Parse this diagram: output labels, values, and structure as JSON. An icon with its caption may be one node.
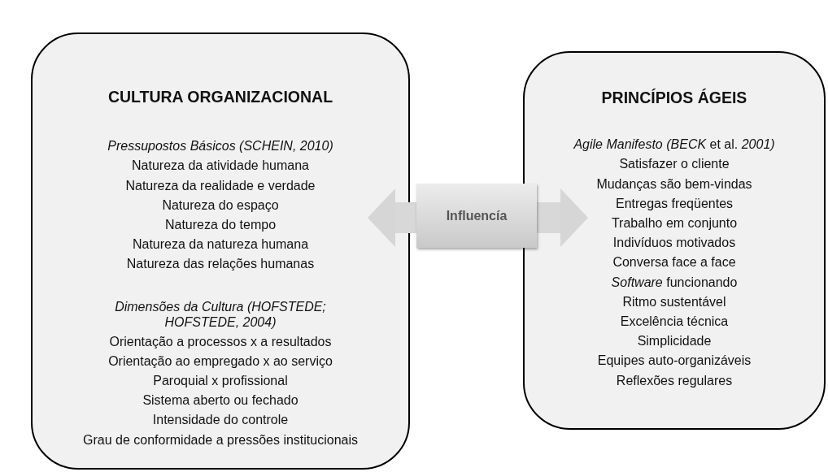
{
  "diagram": {
    "nodes": [
      {
        "text": [
          "CULTURA ORGANIZACIONAL",
          "Pressupostos Básicos (SCHEIN, 2010)",
          "Natureza da atividade humana",
          "Natureza da realidade e verdade",
          "Natureza do espaço",
          "Natureza do tempo",
          "Natureza da natureza humana",
          "Natureza das relações humanas",
          "Dimensões da Cultura (HOFSTEDE; HOFSTEDE, 2004)",
          "Orientação a processos x a resultados",
          "Orientação ao empregado x ao serviço",
          "Paroquial x profissional",
          "Sistema aberto ou fechado",
          "Intensidade do controle",
          "Grau de conformidade a pressões institucionais"
        ]
      },
      {
        "text": [
          "PRINCÍPIOS ÁGEIS",
          "*Agile Manifesto (BECK* et al. *2001)*",
          "Satisfazer o cliente",
          "Mudanças são bem-vindas",
          "Entregas freqüentes",
          "Trabalho em conjunto",
          "Indivíduos motivados",
          "Conversa face a face",
          "*Software* funcionando",
          "Ritmo sustentável",
          "Excelência técnica",
          "Simplicidade",
          "Equipes auto-organizáveis",
          "Reflexões regulares"
        ]
      }
    ],
    "edges": [
      {
        "from": 0,
        "to": 1,
        "arrow": "both",
        "label": "Influencía"
      }
    ]
  }
}
